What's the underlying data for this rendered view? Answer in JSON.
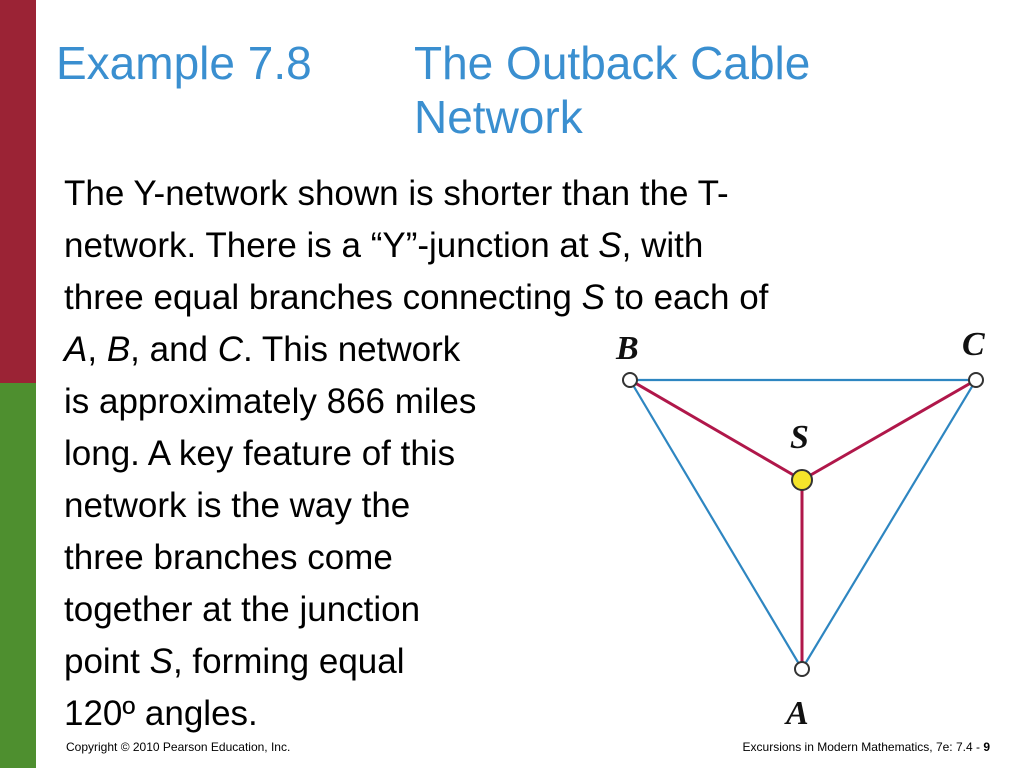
{
  "slide": {
    "title_number": "Example 7.8",
    "title": "The Outback Cable Network"
  },
  "body": {
    "l1": "The Y-network shown is shorter than the T-",
    "l2a": "network. There is a “Y”-junction at ",
    "l2b": "S",
    "l2c": ", with",
    "l3a": "three equal branches connecting ",
    "l3b": "S",
    "l3c": " to each of",
    "l4a": "A",
    "l4b": ", ",
    "l4c": "B",
    "l4d": ", and ",
    "l4e": "C",
    "l4f": ". This network",
    "l5": "is approximately 866 miles",
    "l6": "long. A key feature of this",
    "l7": "network is the way the",
    "l8": "three branches come",
    "l9": "together at the junction",
    "l10a": "point ",
    "l10b": "S",
    "l10c": ", forming equal",
    "l11": "120º angles."
  },
  "diagram": {
    "labels": {
      "B": "B",
      "C": "C",
      "S": "S",
      "A": "A"
    },
    "colors": {
      "triangle": "#2e86c1",
      "branches": "#b0174a",
      "junction": "#f5e52a"
    }
  },
  "footer": {
    "copyright": "Copyright © 2010 Pearson Education, Inc.",
    "course": "Excursions in Modern Mathematics, 7e: 7.4 - ",
    "page": "9"
  }
}
